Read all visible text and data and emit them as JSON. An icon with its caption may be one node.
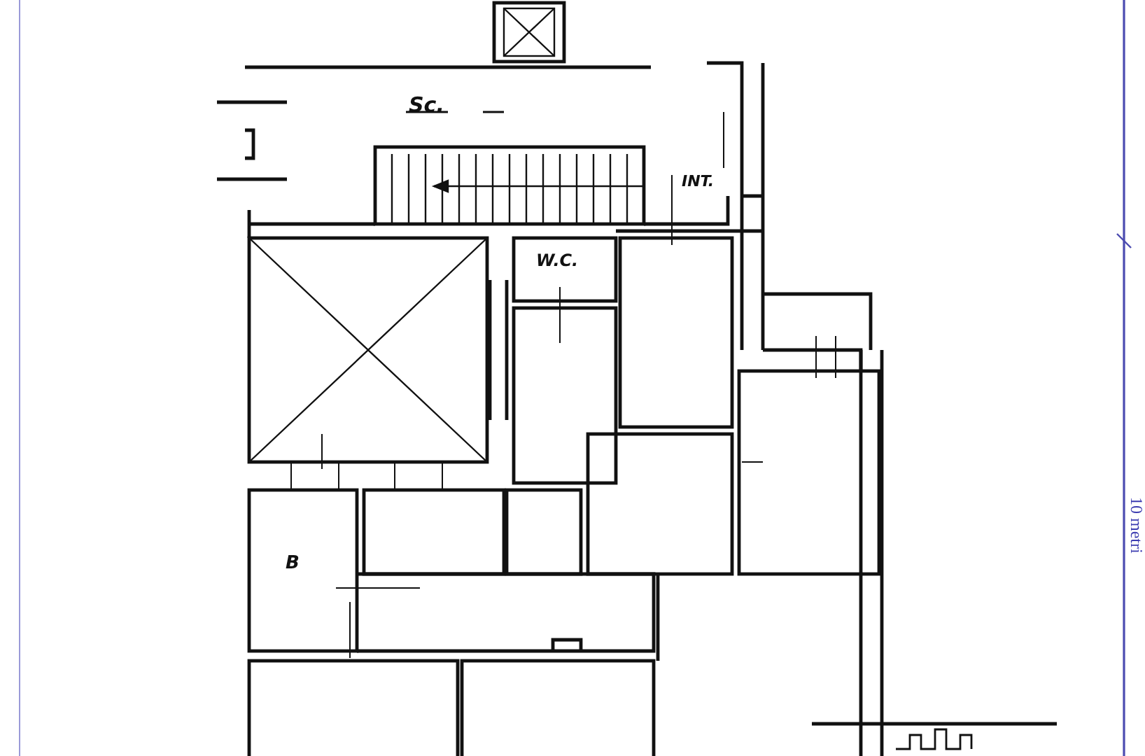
{
  "diagram": {
    "labels": [
      "Sc.",
      "INT.",
      "W.C.",
      "B",
      "10 metri"
    ]
  }
}
